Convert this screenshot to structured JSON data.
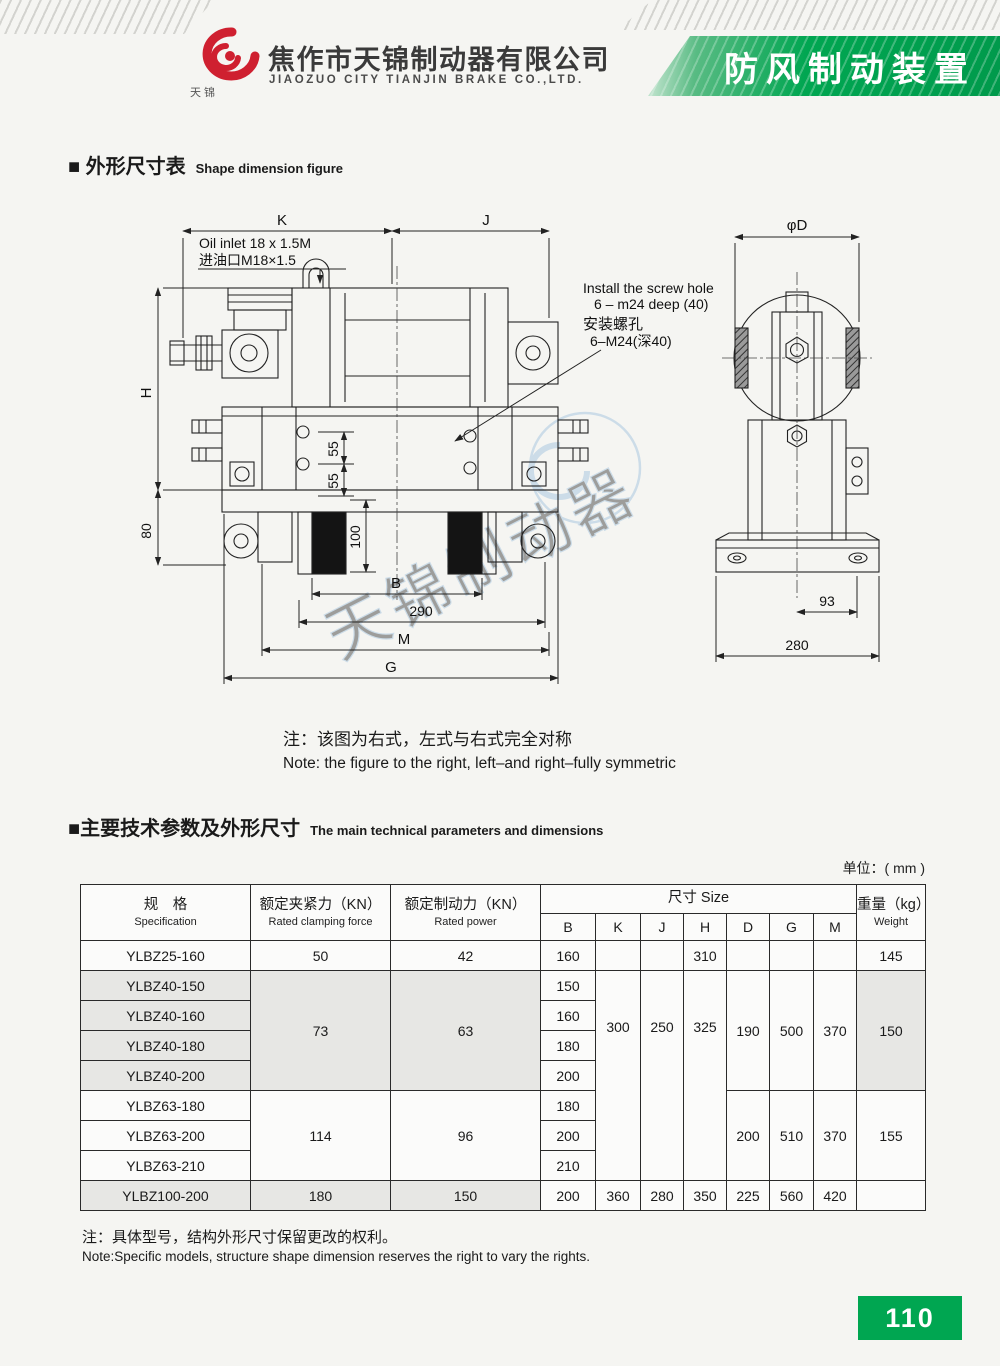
{
  "page": {
    "accent_green": "#00a651",
    "page_number": "110",
    "unit_label": "单位：( mm )"
  },
  "header": {
    "company_cn": "焦作市天锦制动器有限公司",
    "company_en": "JIAOZUO CITY TIANJIN BRAKE CO.,LTD.",
    "logo_caption": "天锦",
    "banner_title": "防风制动装置"
  },
  "section1": {
    "title_cn": "■ 外形尺寸表",
    "title_en": "Shape dimension figure",
    "note_cn": "注：该图为右式，左式与右式完全对称",
    "note_en": "Note: the figure to the right, left–and right–fully symmetric"
  },
  "drawing": {
    "oil_inlet_en": "Oil inlet 18 x 1.5M",
    "oil_inlet_cn": "进油口M18×1.5",
    "screw_en1": "Install the screw hole",
    "screw_en2": "6 – m24 deep (40)",
    "screw_cn1": "安装螺孔",
    "screw_cn2": "6–M24(深40)",
    "dim_K": "K",
    "dim_J": "J",
    "dim_phiD": "φD",
    "dim_H": "H",
    "dim_80": "80",
    "dim_55a": "55",
    "dim_55b": "55",
    "dim_100": "100",
    "dim_B": "B",
    "dim_290": "290",
    "dim_M": "M",
    "dim_G": "G",
    "dim_93": "93",
    "dim_280": "280",
    "watermark": "天锦制动器"
  },
  "section2": {
    "title_cn": "■主要技术参数及外形尺寸",
    "title_en": "The main technical parameters and dimensions"
  },
  "table": {
    "headers": {
      "spec_cn": "规　格",
      "spec_en": "Specification",
      "clamp_cn": "额定夹紧力（KN）",
      "clamp_en": "Rated clamping force",
      "power_cn": "额定制动力（KN）",
      "power_en": "Rated power",
      "size_label": "尺寸 Size",
      "size_cols": [
        "B",
        "K",
        "J",
        "H",
        "D",
        "G",
        "M"
      ],
      "weight_cn": "重量（kg）",
      "weight_en": "Weight"
    },
    "rows": [
      {
        "spec": "YLBZ25-160",
        "clamp": "50",
        "power": "42",
        "b": "160",
        "k": "",
        "j": "",
        "h": "310",
        "d": "",
        "g": "",
        "m": "",
        "w": "145"
      },
      {
        "spec": "YLBZ40-150",
        "b": "150"
      },
      {
        "spec": "YLBZ40-160",
        "b": "160"
      },
      {
        "spec": "YLBZ40-180",
        "b": "180"
      },
      {
        "spec": "YLBZ40-200",
        "b": "200"
      },
      {
        "spec": "YLBZ63-180",
        "b": "180"
      },
      {
        "spec": "YLBZ63-200",
        "b": "200"
      },
      {
        "spec": "YLBZ63-210",
        "b": "210"
      },
      {
        "spec": "YLBZ100-200",
        "clamp": "180",
        "power": "150",
        "b": "200",
        "k": "360",
        "j": "280",
        "h": "350",
        "d": "225",
        "g": "560",
        "m": "420",
        "w": ""
      }
    ],
    "merged": {
      "clamp_40": "73",
      "power_40": "63",
      "clamp_63": "114",
      "power_63": "96",
      "k_mid": "300",
      "j_mid": "250",
      "h_mid": "325",
      "d_40": "190",
      "g_40": "500",
      "m_40": "370",
      "w_40": "150",
      "d_63": "200",
      "g_63": "510",
      "m_63": "370",
      "w_63": "155"
    }
  },
  "footer": {
    "note_cn": "注：具体型号，结构外形尺寸保留更改的权利。",
    "note_en": "Note:Specific models, structure shape dimension reserves the right to vary the rights."
  }
}
